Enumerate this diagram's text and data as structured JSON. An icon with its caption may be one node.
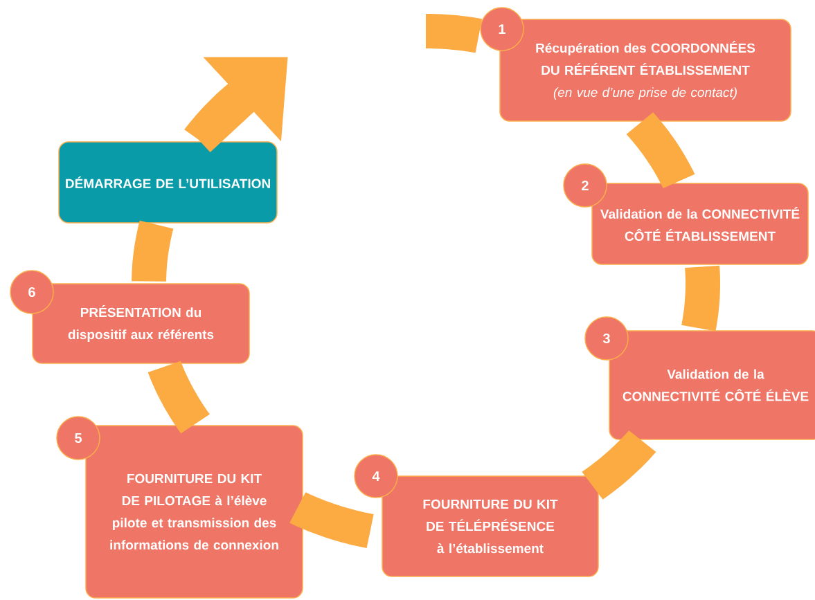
{
  "diagram": {
    "nodes": [
      {
        "text": [
          "1",
          "Récupération des COORDONNÉES DU RÉFÉRENT ÉTABLISSEMENT",
          "(en vue d’une prise de contact)"
        ]
      },
      {
        "text": [
          "2",
          "Validation de la CONNECTIVITÉ CÔTÉ ÉTABLISSEMENT"
        ]
      },
      {
        "text": [
          "3",
          "Validation de la CONNECTIVITÉ CÔTÉ ÉLÈVE"
        ]
      },
      {
        "text": [
          "4",
          "FOURNITURE DU KIT DE TÉLÉPRÉSENCE à l’établissement"
        ]
      },
      {
        "text": [
          "5",
          "FOURNITURE DU KIT DE PILOTAGE à l’élève pilote et transmission des informations de connexion"
        ]
      },
      {
        "text": [
          "6",
          "PRÉSENTATION du dispositif aux référents"
        ]
      },
      {
        "text": [
          "DÉMARRAGE DE L’UTILISATION"
        ]
      }
    ],
    "edges": [
      {
        "from": null,
        "to": 0,
        "arrow": "none"
      },
      {
        "from": 0,
        "to": 1,
        "arrow": "none"
      },
      {
        "from": 1,
        "to": 2,
        "arrow": "none"
      },
      {
        "from": 2,
        "to": 3,
        "arrow": "none"
      },
      {
        "from": 3,
        "to": 4,
        "arrow": "none"
      },
      {
        "from": 4,
        "to": 5,
        "arrow": "none"
      },
      {
        "from": 5,
        "to": 6,
        "arrow": "none"
      },
      {
        "from": 6,
        "to": null,
        "arrow": "to"
      }
    ]
  }
}
